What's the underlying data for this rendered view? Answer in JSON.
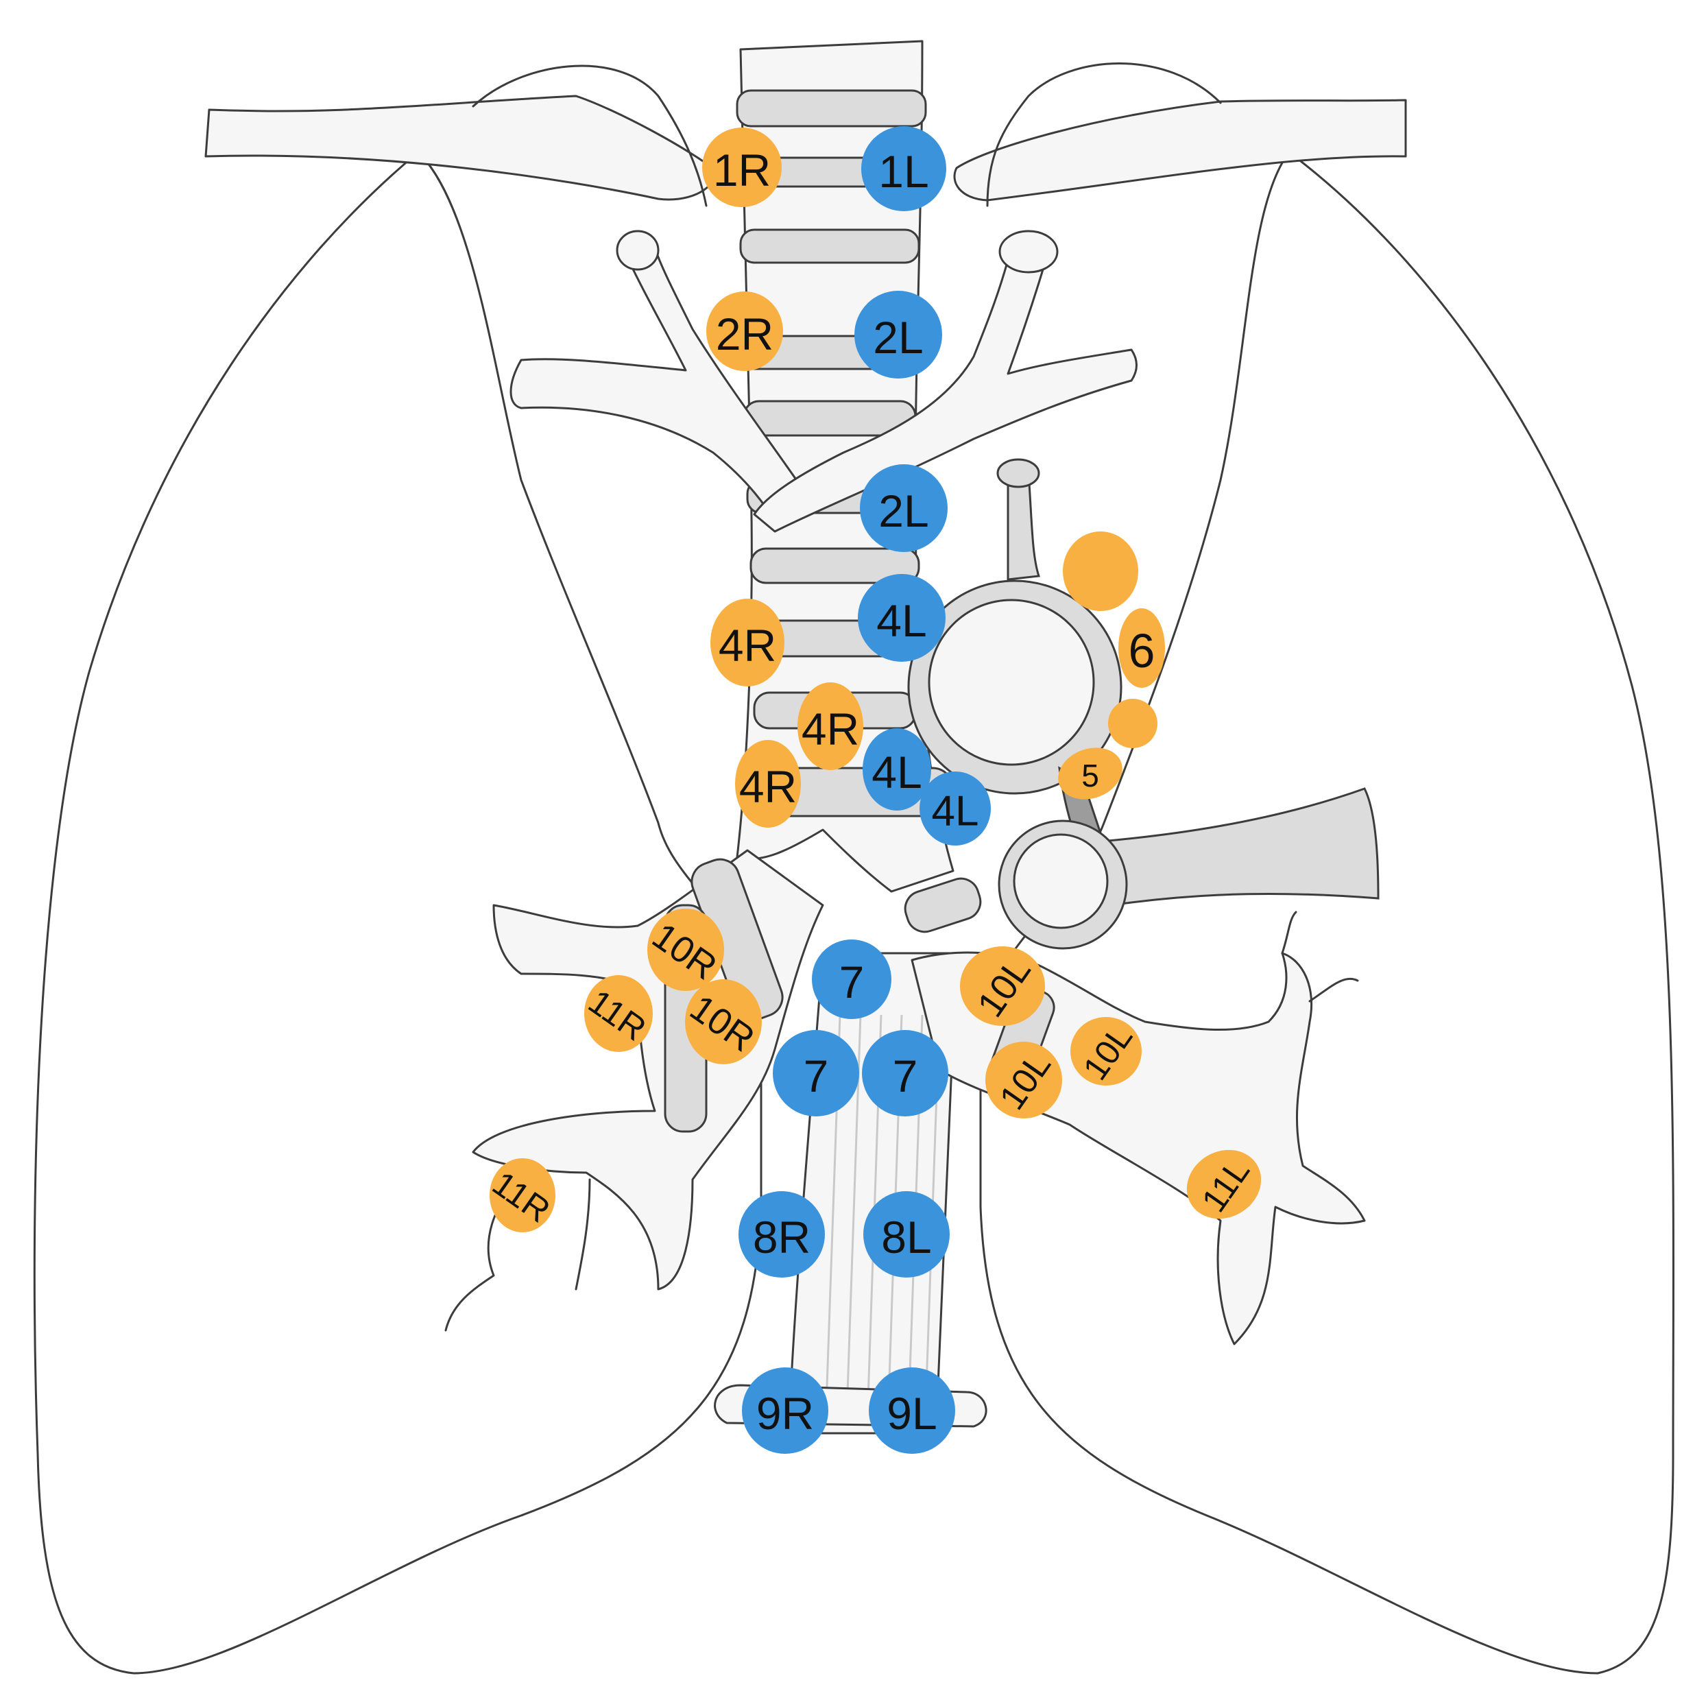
{
  "colors": {
    "mediastinal_node": "#3b93dc",
    "hilar_node": "#f8b043",
    "structure": "#dcdcdc",
    "outline": "#3c3c3c"
  },
  "nodes": [
    {
      "id": "n1R",
      "label": "1R",
      "group": "hilar"
    },
    {
      "id": "n1L",
      "label": "1L",
      "group": "mediastinal"
    },
    {
      "id": "n2R",
      "label": "2R",
      "group": "hilar"
    },
    {
      "id": "n2L_upper",
      "label": "2L",
      "group": "mediastinal"
    },
    {
      "id": "n2L_lower",
      "label": "2L",
      "group": "mediastinal"
    },
    {
      "id": "n4L_upper",
      "label": "4L",
      "group": "mediastinal"
    },
    {
      "id": "n4R_upper",
      "label": "4R",
      "group": "hilar"
    },
    {
      "id": "n6",
      "label": "6",
      "group": "hilar"
    },
    {
      "id": "n6_upper",
      "label": "",
      "group": "hilar"
    },
    {
      "id": "n6_small",
      "label": "",
      "group": "hilar"
    },
    {
      "id": "n4R_mid",
      "label": "4R",
      "group": "hilar"
    },
    {
      "id": "n4L_mid",
      "label": "4L",
      "group": "mediastinal"
    },
    {
      "id": "n4R_lower",
      "label": "4R",
      "group": "hilar"
    },
    {
      "id": "n4L_lower",
      "label": "4L",
      "group": "mediastinal"
    },
    {
      "id": "n5",
      "label": "5",
      "group": "hilar"
    },
    {
      "id": "n10R_upper",
      "label": "10R",
      "group": "hilar"
    },
    {
      "id": "n11R_upper",
      "label": "11R",
      "group": "hilar"
    },
    {
      "id": "n10R_lower",
      "label": "10R",
      "group": "hilar"
    },
    {
      "id": "n7_top",
      "label": "7",
      "group": "mediastinal"
    },
    {
      "id": "n7_left",
      "label": "7",
      "group": "mediastinal"
    },
    {
      "id": "n7_right",
      "label": "7",
      "group": "mediastinal"
    },
    {
      "id": "n10L_upper",
      "label": "10L",
      "group": "hilar"
    },
    {
      "id": "n10L_mid",
      "label": "10L",
      "group": "hilar"
    },
    {
      "id": "n10L_right",
      "label": "10L",
      "group": "hilar"
    },
    {
      "id": "n11R_lower",
      "label": "11R",
      "group": "hilar"
    },
    {
      "id": "n11L",
      "label": "11L",
      "group": "hilar"
    },
    {
      "id": "n8R",
      "label": "8R",
      "group": "mediastinal"
    },
    {
      "id": "n8L",
      "label": "8L",
      "group": "mediastinal"
    },
    {
      "id": "n9R",
      "label": "9R",
      "group": "mediastinal"
    },
    {
      "id": "n9L",
      "label": "9L",
      "group": "mediastinal"
    }
  ]
}
